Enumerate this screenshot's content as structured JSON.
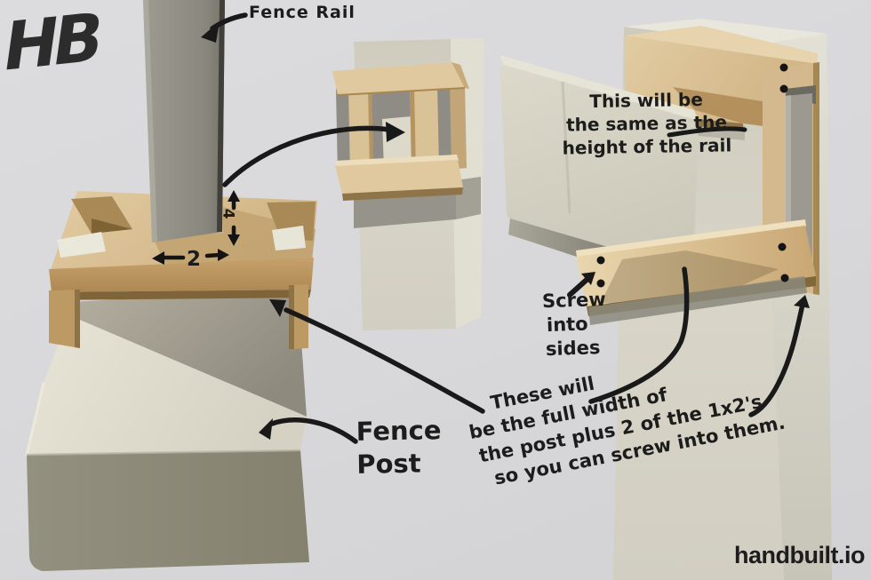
{
  "logo": {
    "text": "HB"
  },
  "watermark": {
    "text": "handbuilt.io"
  },
  "annotations": {
    "fence_rail": {
      "label": "Fence Rail"
    },
    "rail_height_note": {
      "lines": [
        "This will be",
        "the same as the",
        "height of the rail"
      ]
    },
    "screw_note": {
      "lines": [
        "Screw",
        "into",
        "sides"
      ]
    },
    "width_note": {
      "lines": [
        "These will",
        "be the full width of",
        "the post plus 2 of the 1x2's",
        "so you can screw into them."
      ]
    },
    "fence_post": {
      "lines": [
        "Fence",
        "Post"
      ]
    },
    "dimensions": {
      "rail_gap_width": "2",
      "rail_gap_height": "4"
    }
  },
  "colors": {
    "background": "#d9d9db",
    "ink": "#1c1c1c",
    "wood_light": "#dfc99f",
    "wood_mid": "#c59f69",
    "wood_dark": "#8f7446",
    "post_cream": "#dedbcc",
    "post_shadow": "#8b887c",
    "rail_gray": "#918f85"
  }
}
